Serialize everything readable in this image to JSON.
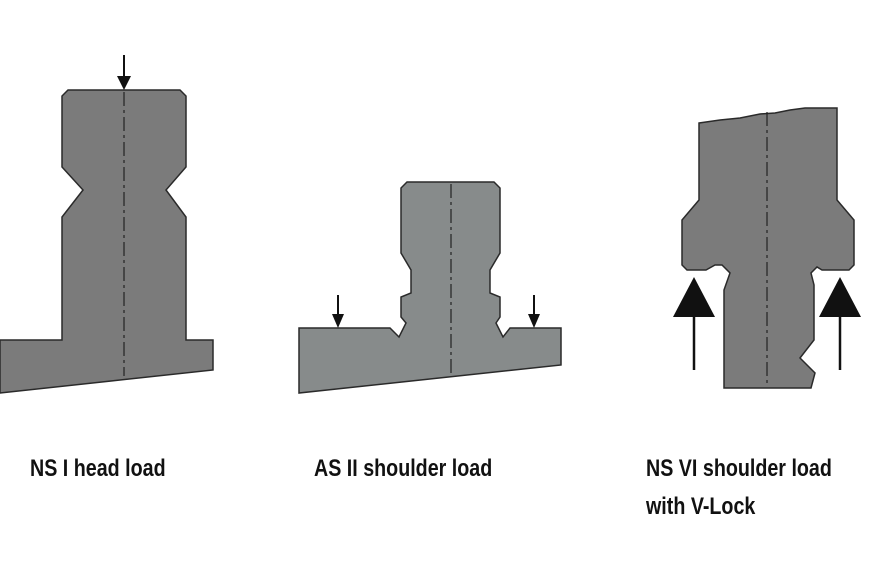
{
  "colors": {
    "body_dark": "#7b7b7b",
    "body_light": "#878b8b",
    "outline": "#2a2a2a",
    "arrow": "#111111"
  },
  "labels": {
    "ns1": "NS I head load",
    "as2": "AS II shoulder load",
    "ns6_line1": "NS VI shoulder load",
    "ns6_line2": "with V-Lock"
  }
}
